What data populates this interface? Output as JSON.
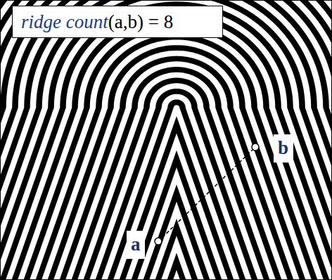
{
  "diagram": {
    "title": "ridge count(a,b) = 8",
    "labels": [
      "a",
      "b"
    ]
  }
}
